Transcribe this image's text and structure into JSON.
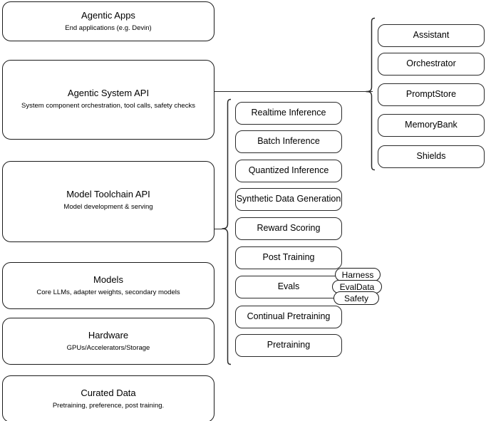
{
  "diagram": {
    "title": "Llama Stack layered architecture",
    "stroke_color": "#1a1a1a",
    "background": "#ffffff"
  },
  "left_stack": [
    {
      "id": "agentic-apps",
      "title": "Agentic Apps",
      "subtitle": "End applications (e.g. Devin)"
    },
    {
      "id": "agentic-system-api",
      "title": "Agentic System API",
      "subtitle": "System component orchestration, tool calls, safety checks"
    },
    {
      "id": "model-toolchain-api",
      "title": "Model Toolchain API",
      "subtitle": "Model development & serving"
    },
    {
      "id": "models",
      "title": "Models",
      "subtitle": "Core LLMs, adapter weights, secondary models"
    },
    {
      "id": "hardware",
      "title": "Hardware",
      "subtitle": "GPUs/Accelerators/Storage"
    },
    {
      "id": "curated-data",
      "title": "Curated Data",
      "subtitle": "Pretraining, preference, post training."
    }
  ],
  "toolchain_capabilities": [
    {
      "id": "realtime-inference",
      "label": "Realtime Inference"
    },
    {
      "id": "batch-inference",
      "label": "Batch Inference"
    },
    {
      "id": "quantized-inference",
      "label": "Quantized Inference"
    },
    {
      "id": "synthetic-data-generation",
      "label": "Synthetic Data Generation"
    },
    {
      "id": "reward-scoring",
      "label": "Reward Scoring"
    },
    {
      "id": "post-training",
      "label": "Post Training"
    },
    {
      "id": "evals",
      "label": "Evals"
    },
    {
      "id": "continual-pretraining",
      "label": "Continual Pretraining"
    },
    {
      "id": "pretraining",
      "label": "Pretraining"
    }
  ],
  "evals_badges": [
    {
      "id": "harness",
      "label": "Harness"
    },
    {
      "id": "evaldata",
      "label": "EvalData"
    },
    {
      "id": "safety",
      "label": "Safety"
    }
  ],
  "agentic_system_components": [
    {
      "id": "assistant",
      "label": "Assistant"
    },
    {
      "id": "orchestrator",
      "label": "Orchestrator"
    },
    {
      "id": "promptstore",
      "label": "PromptStore"
    },
    {
      "id": "memorybank",
      "label": "MemoryBank"
    },
    {
      "id": "shields",
      "label": "Shields"
    }
  ]
}
